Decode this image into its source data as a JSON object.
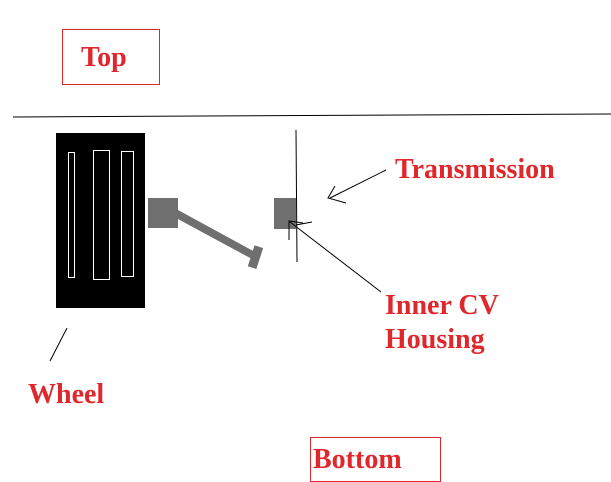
{
  "labels": {
    "top": "Top",
    "bottom": "Bottom",
    "transmission": "Transmission",
    "inner_cv_line1": "Inner CV",
    "inner_cv_line2": "Housing",
    "wheel": "Wheel"
  },
  "colors": {
    "label": "#e0272b",
    "wheel_fill": "#000000",
    "tread_stroke": "#ffffff",
    "part_fill": "#6f6f6f",
    "line": "#000000"
  }
}
